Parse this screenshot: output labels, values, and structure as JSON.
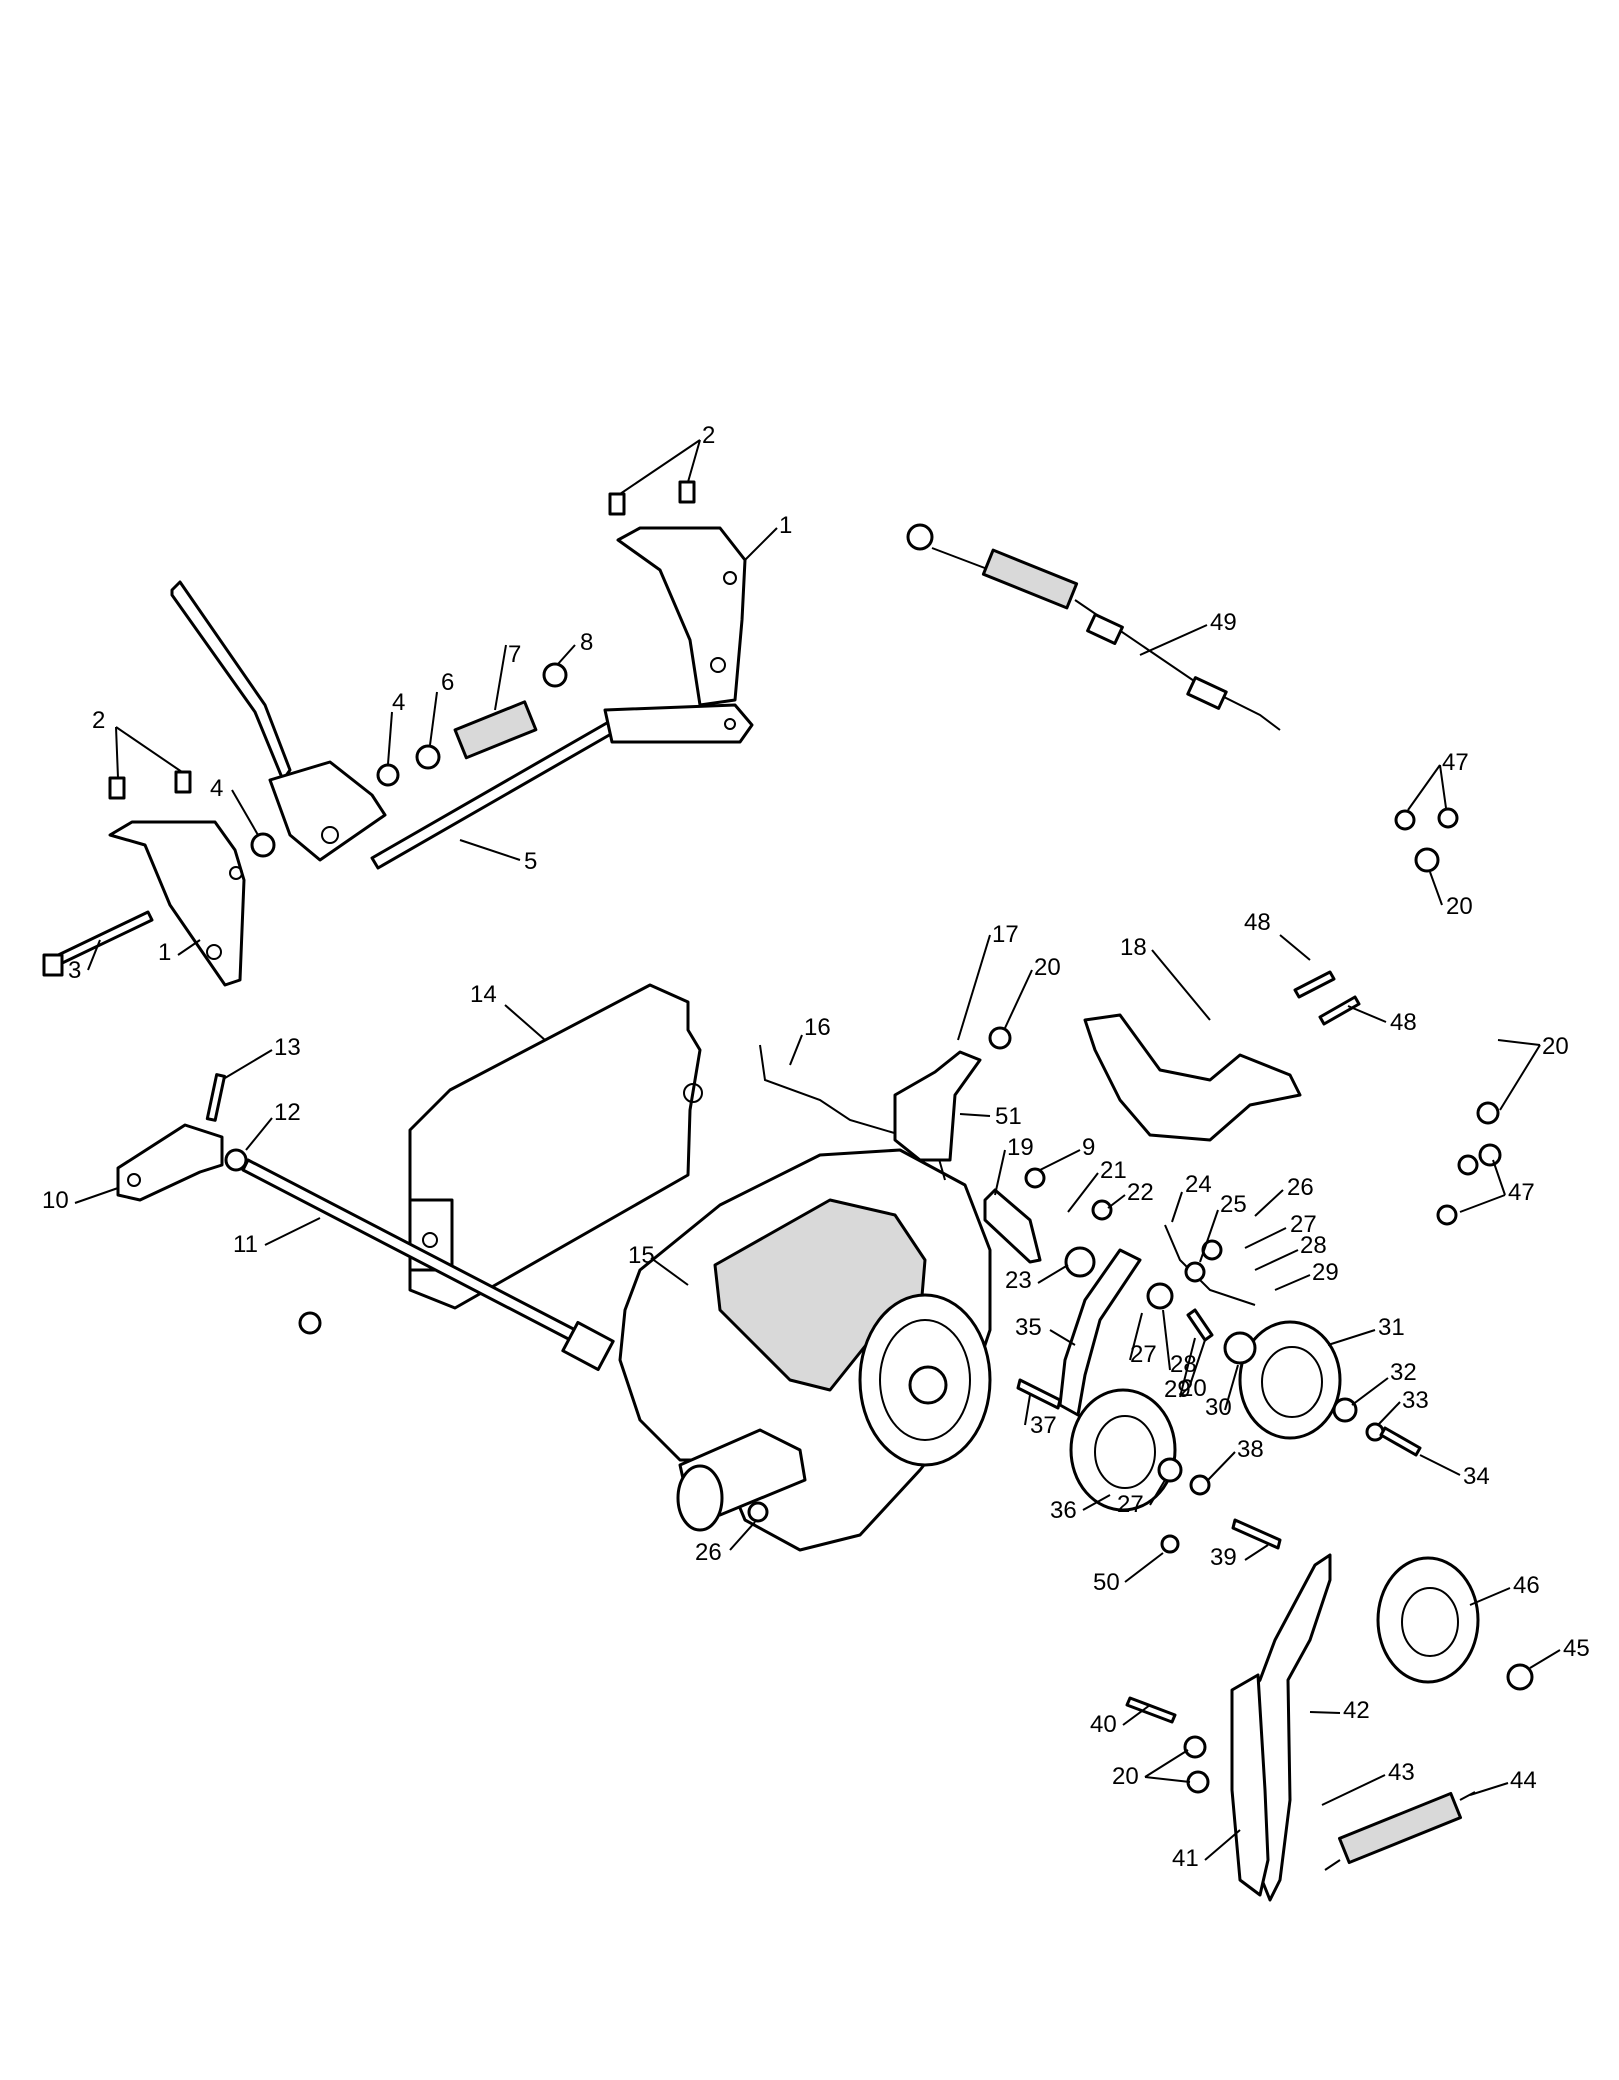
{
  "callouts": [
    {
      "id": "c2a",
      "label": "2"
    },
    {
      "id": "c1a",
      "label": "1"
    },
    {
      "id": "c49",
      "label": "49"
    },
    {
      "id": "c7",
      "label": "7"
    },
    {
      "id": "c8",
      "label": "8"
    },
    {
      "id": "c4a",
      "label": "4"
    },
    {
      "id": "c6",
      "label": "6"
    },
    {
      "id": "c2b",
      "label": "2"
    },
    {
      "id": "c4b",
      "label": "4"
    },
    {
      "id": "c5",
      "label": "5"
    },
    {
      "id": "c47a",
      "label": "47"
    },
    {
      "id": "c20a",
      "label": "20"
    },
    {
      "id": "c3",
      "label": "3"
    },
    {
      "id": "c1b",
      "label": "1"
    },
    {
      "id": "c17",
      "label": "17"
    },
    {
      "id": "c20b",
      "label": "20"
    },
    {
      "id": "c18",
      "label": "18"
    },
    {
      "id": "c48a",
      "label": "48"
    },
    {
      "id": "c48b",
      "label": "48"
    },
    {
      "id": "c13",
      "label": "13"
    },
    {
      "id": "c14",
      "label": "14"
    },
    {
      "id": "c16",
      "label": "16"
    },
    {
      "id": "c20c",
      "label": "20"
    },
    {
      "id": "c12",
      "label": "12"
    },
    {
      "id": "c51",
      "label": "51"
    },
    {
      "id": "c10",
      "label": "10"
    },
    {
      "id": "c19",
      "label": "19"
    },
    {
      "id": "c9",
      "label": "9"
    },
    {
      "id": "c21",
      "label": "21"
    },
    {
      "id": "c22",
      "label": "22"
    },
    {
      "id": "c24",
      "label": "24"
    },
    {
      "id": "c25",
      "label": "25"
    },
    {
      "id": "c26a",
      "label": "26"
    },
    {
      "id": "c47b",
      "label": "47"
    },
    {
      "id": "c11",
      "label": "11"
    },
    {
      "id": "c27a",
      "label": "27"
    },
    {
      "id": "c28a",
      "label": "28"
    },
    {
      "id": "c15",
      "label": "15"
    },
    {
      "id": "c23",
      "label": "23"
    },
    {
      "id": "c29a",
      "label": "29"
    },
    {
      "id": "c31",
      "label": "31"
    },
    {
      "id": "c35",
      "label": "35"
    },
    {
      "id": "c27b",
      "label": "27"
    },
    {
      "id": "c28b",
      "label": "28"
    },
    {
      "id": "c20d",
      "label": "20"
    },
    {
      "id": "c29b",
      "label": "29"
    },
    {
      "id": "c30",
      "label": "30"
    },
    {
      "id": "c32",
      "label": "32"
    },
    {
      "id": "c33",
      "label": "33"
    },
    {
      "id": "c37",
      "label": "37"
    },
    {
      "id": "c34",
      "label": "34"
    },
    {
      "id": "c38",
      "label": "38"
    },
    {
      "id": "c36",
      "label": "36"
    },
    {
      "id": "c27c",
      "label": "27"
    },
    {
      "id": "c26b",
      "label": "26"
    },
    {
      "id": "c39",
      "label": "39"
    },
    {
      "id": "c50",
      "label": "50"
    },
    {
      "id": "c46",
      "label": "46"
    },
    {
      "id": "c45",
      "label": "45"
    },
    {
      "id": "c42",
      "label": "42"
    },
    {
      "id": "c40",
      "label": "40"
    },
    {
      "id": "c43",
      "label": "43"
    },
    {
      "id": "c20e",
      "label": "20"
    },
    {
      "id": "c44",
      "label": "44"
    },
    {
      "id": "c41",
      "label": "41"
    }
  ]
}
